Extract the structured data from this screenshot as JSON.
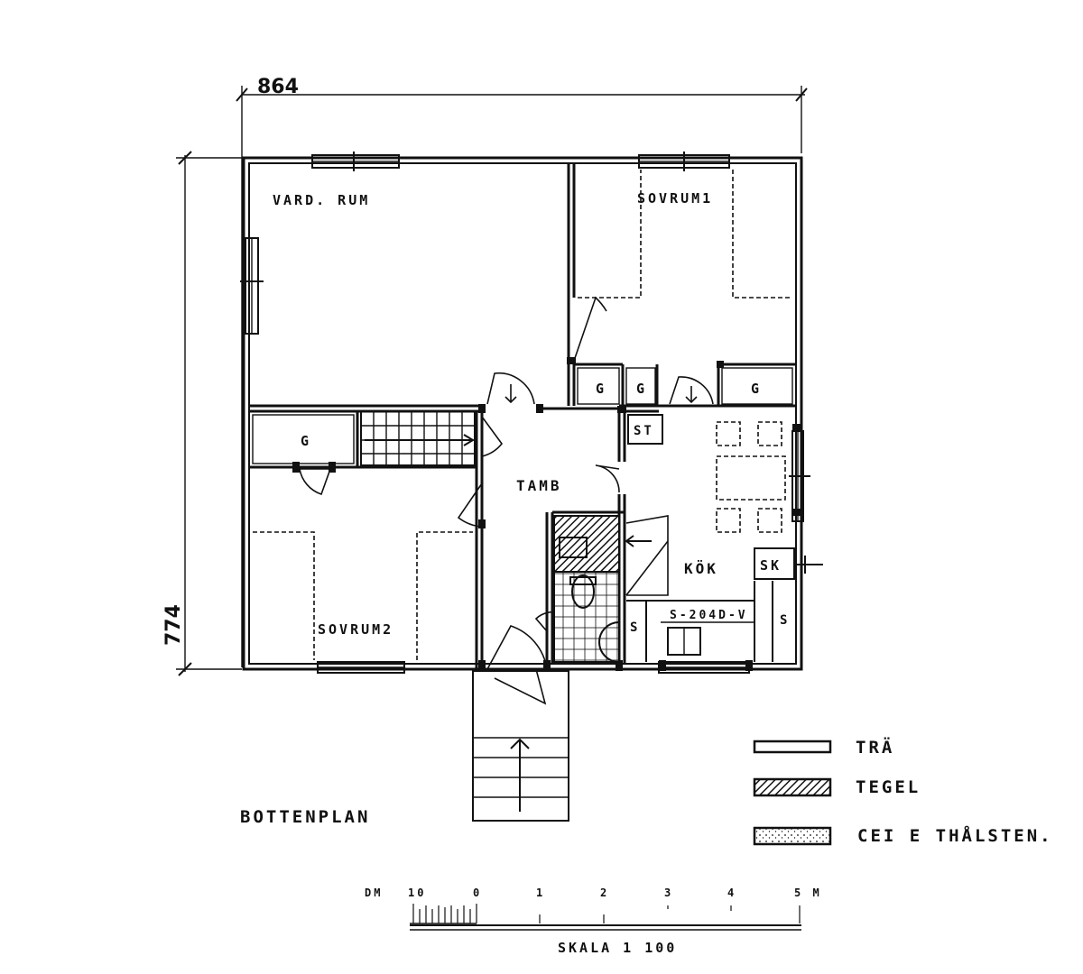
{
  "plan": {
    "title": "BOTTENPLAN",
    "dimensions": {
      "width": "864",
      "depth": "774"
    },
    "rooms": {
      "vardagsrum": "VARD. RUM",
      "sovrum1": "SOVRUM1",
      "sovrum2": "SOVRUM2",
      "tamb": "TAMB",
      "kok": "KÖK",
      "st": "ST",
      "sk": "SK"
    },
    "closet_label": "G",
    "cabinet_label": "S",
    "appliance_label": "S-204D-V"
  },
  "legend": [
    {
      "label": "TRÄ",
      "pattern": "plain"
    },
    {
      "label": "TEGEL",
      "pattern": "hatched"
    },
    {
      "label": "CEI E  THÅLSTEN.",
      "pattern": "dotted"
    }
  ],
  "scale": {
    "caption": "SKALA 1 100",
    "tick_labels": [
      "DM",
      "10",
      "0",
      "1",
      "2",
      "3",
      "4",
      "5 M"
    ]
  }
}
